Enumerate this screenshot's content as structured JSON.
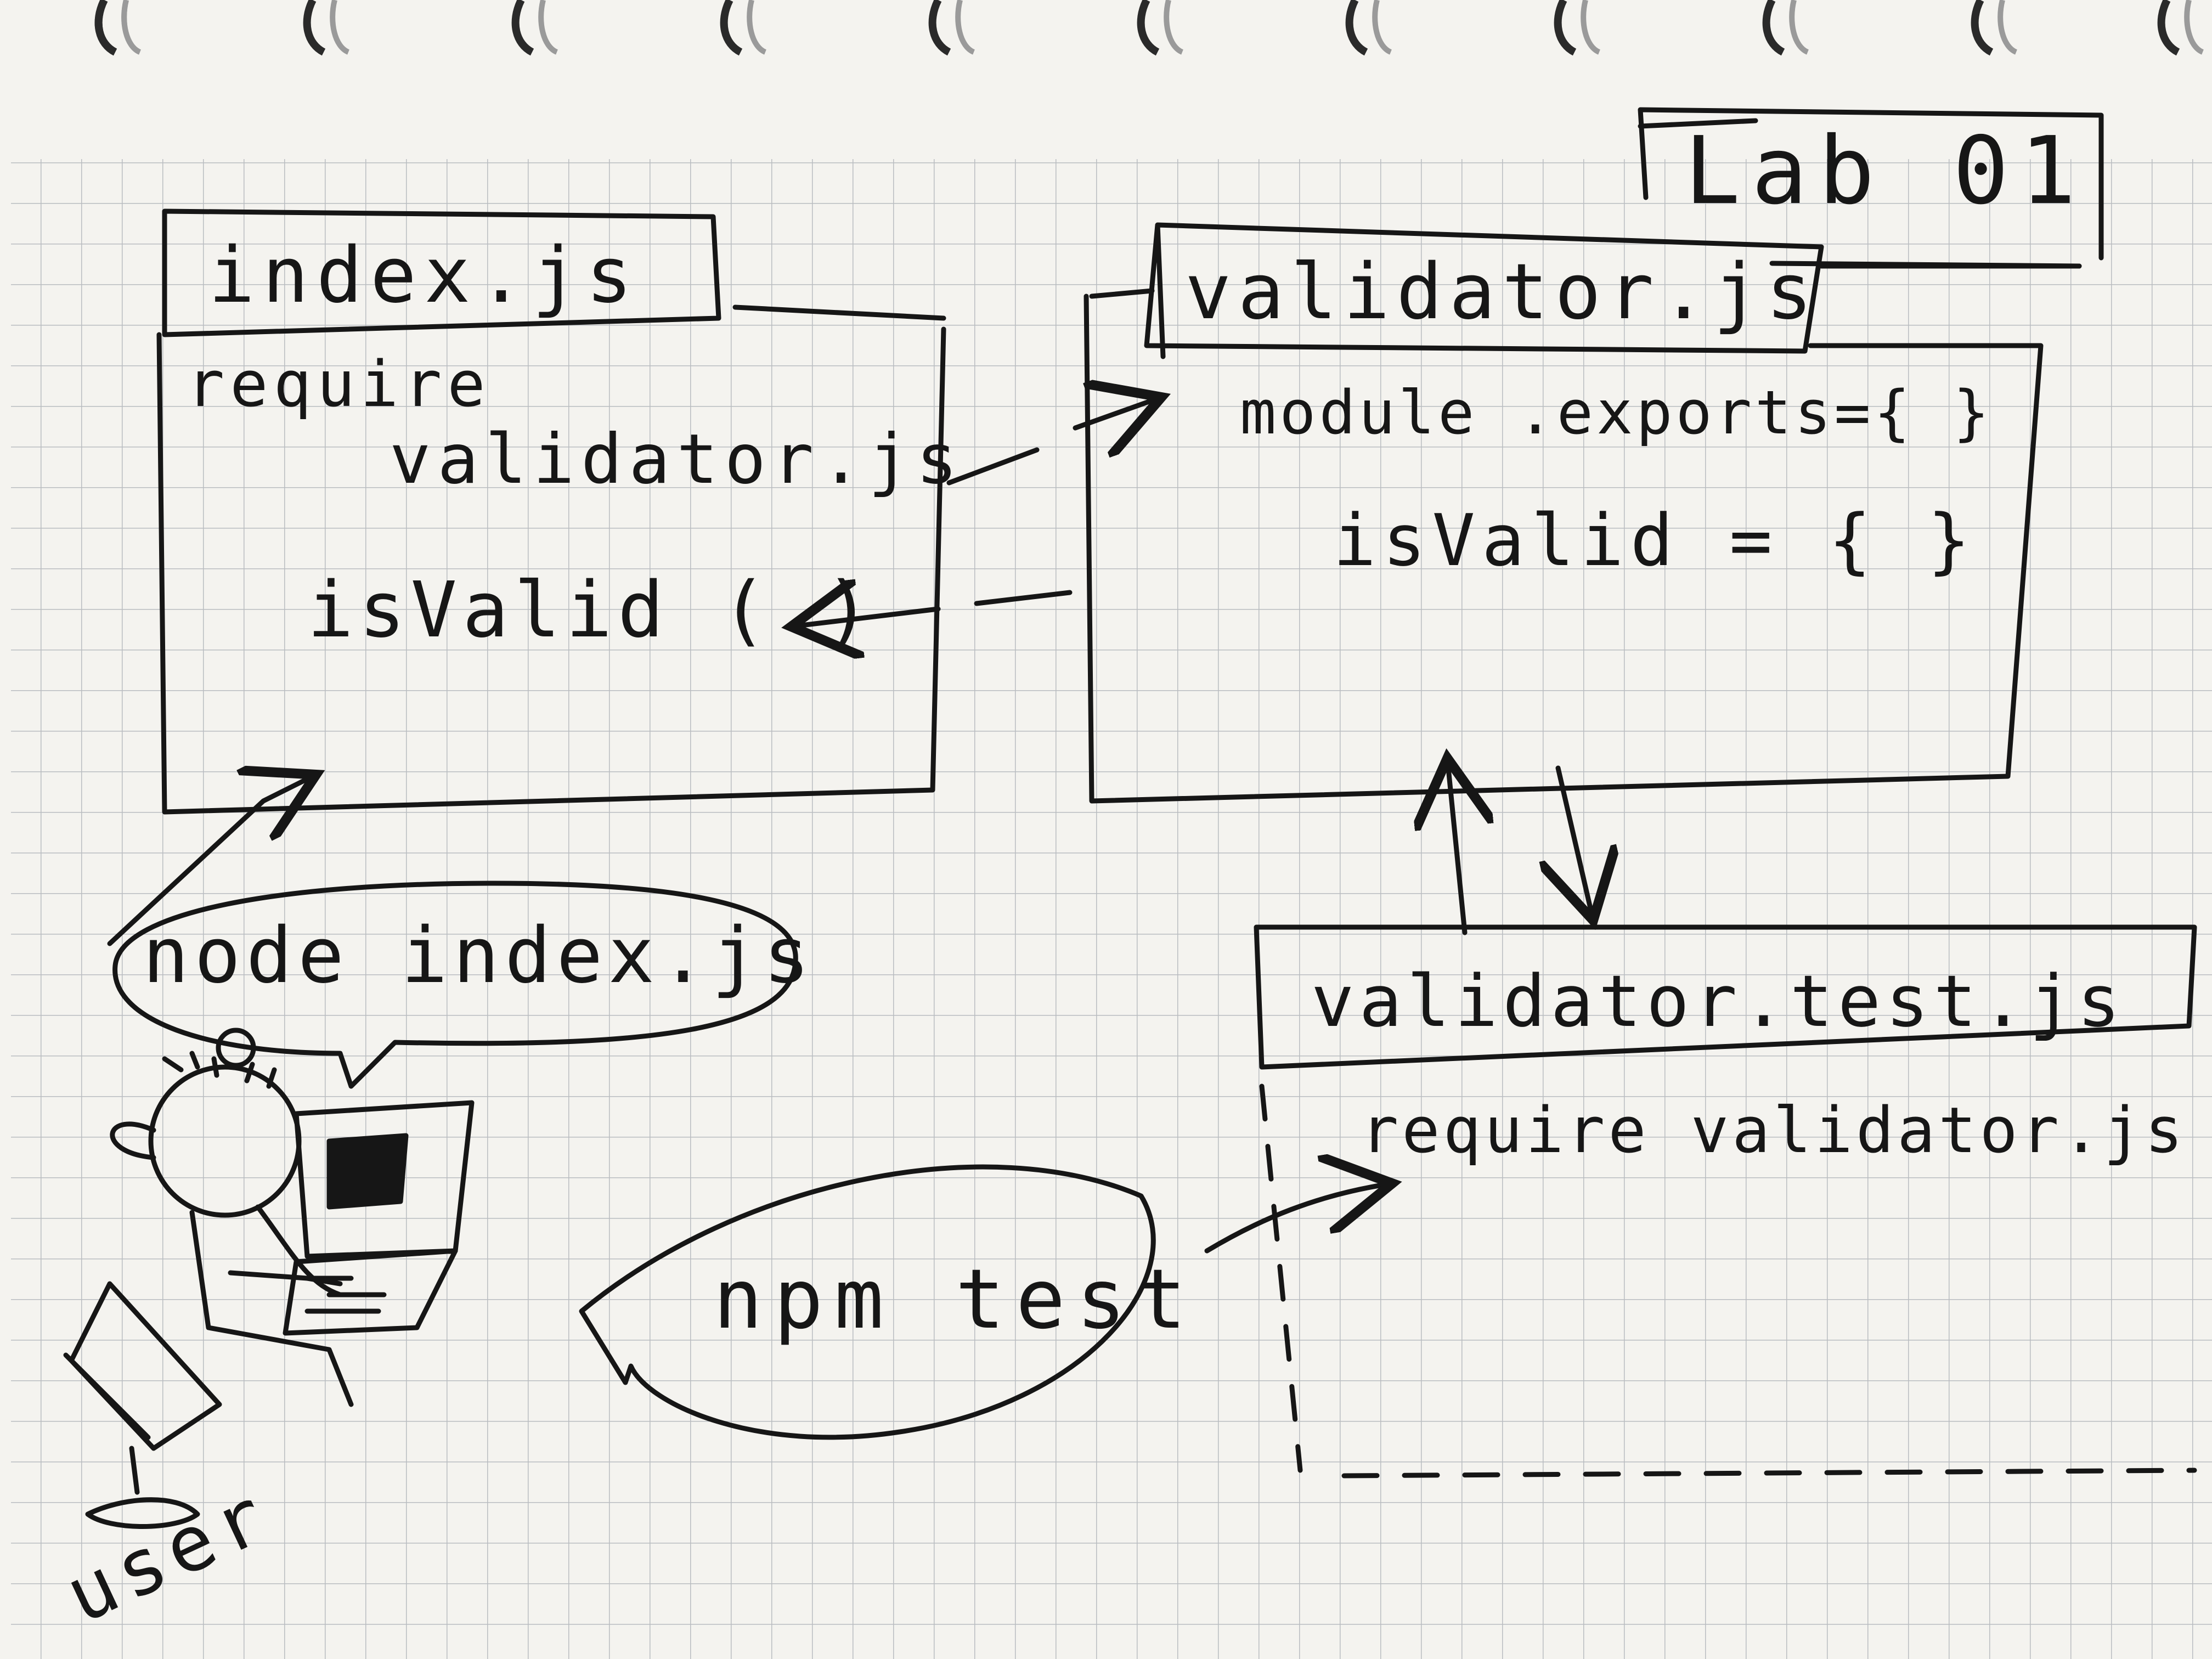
{
  "title": "Lab 01",
  "boxes": {
    "index": {
      "name": "index.js",
      "line1": "require",
      "line2": "validator.js",
      "line3": "isValid ( )"
    },
    "validator": {
      "name": "validator.js",
      "line1": "module .exports={ }",
      "line2": "isValid = { }"
    },
    "test": {
      "name": "validator.test.js",
      "line1": "require validator.js"
    }
  },
  "bubbles": {
    "run": "node index.js",
    "test": "npm test"
  },
  "actor": {
    "label": "user"
  },
  "colors": {
    "ink": "#161616",
    "paper": "#f4f3ef",
    "grid": "#b9bcc0"
  }
}
